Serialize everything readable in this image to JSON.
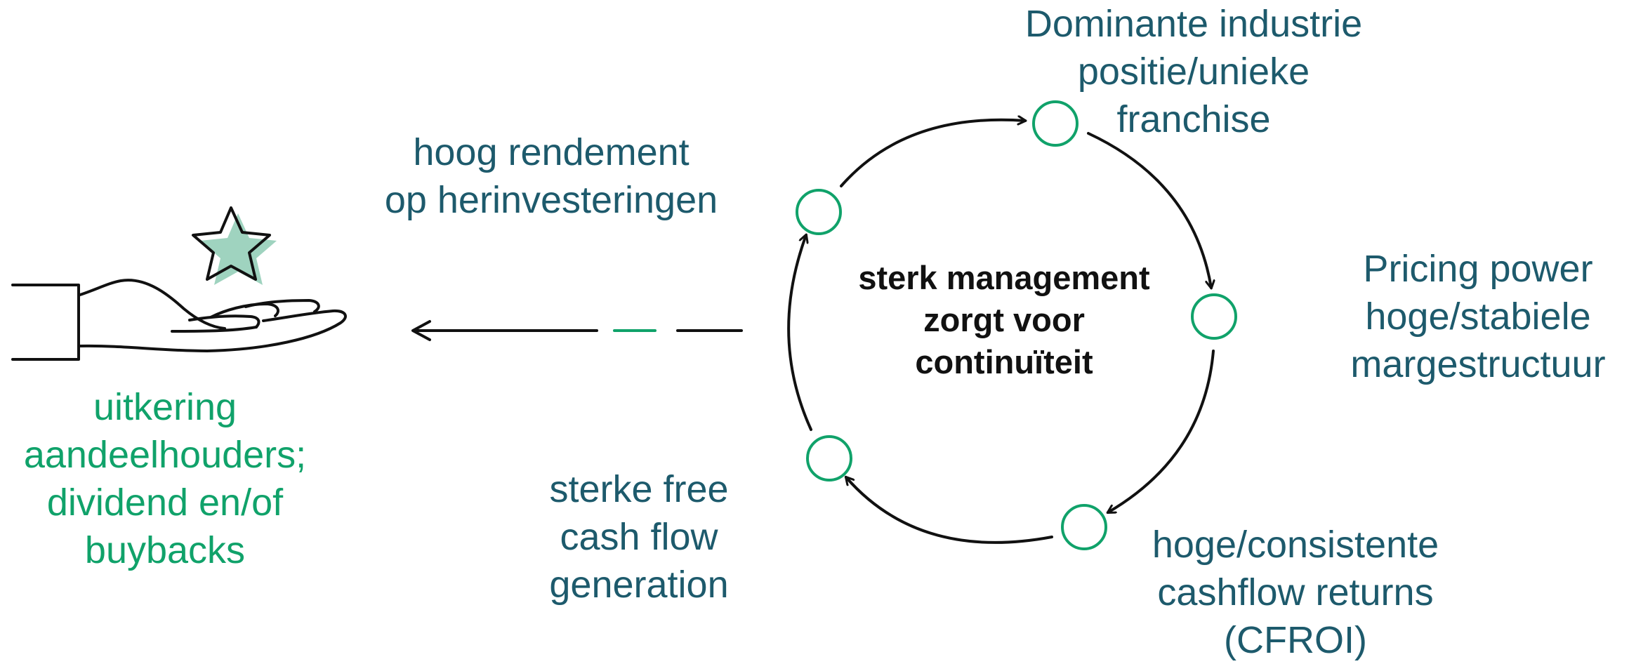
{
  "center_text": [
    "sterk management",
    "zorgt voor",
    "continuïteit"
  ],
  "nodes": {
    "top": [
      "Dominante industrie",
      "positie/unieke",
      "franchise"
    ],
    "right": [
      "Pricing power",
      "hoge/stabiele",
      "margestructuur"
    ],
    "bottom_right": [
      "hoge/consistente",
      "cashflow returns",
      "(CFROI)"
    ],
    "bottom_left": [
      "sterke free",
      "cash flow",
      "generation"
    ],
    "top_left": [
      "hoog rendement",
      "op herinvesteringen"
    ]
  },
  "payout": [
    "uitkering",
    "aandeelhouders;",
    "dividend en/of",
    "buybacks"
  ],
  "colors": {
    "teal_text": "#1d5a6c",
    "green": "#10a26a",
    "star_fill": "#9fd3bf",
    "stroke": "#111111"
  },
  "icons": [
    "hand-icon",
    "star-icon",
    "arrow-left-icon"
  ]
}
